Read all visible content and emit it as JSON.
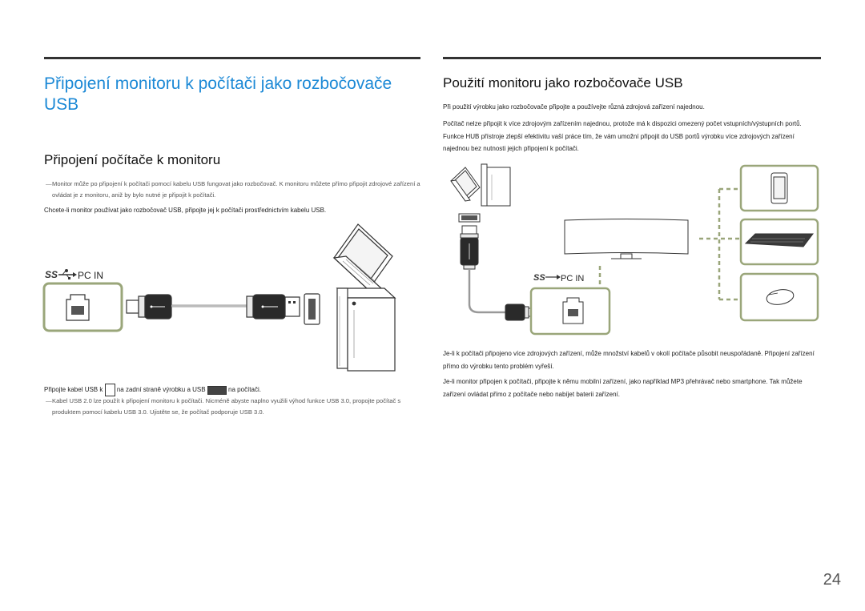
{
  "left": {
    "title": "Připojení monitoru k počítači jako rozbočovače USB",
    "section_heading": "Připojení počítače k monitoru",
    "note1": "Monitor může po připojení k počítači pomocí kabelu USB fungovat jako rozbočovač. K monitoru můžete přímo připojit zdrojové zařízení a ovládat je z monitoru, aniž by bylo nutné je připojit k počítači.",
    "para1": "Chcete-li monitor používat jako rozbočovač USB, připojte jej k počítači prostřednictvím kabelu USB.",
    "port_label": "PC IN",
    "caption_part1": "Připojte kabel USB k",
    "caption_part2": "na zadní straně výrobku a USB",
    "caption_part3": "na počítači.",
    "note2": "Kabel USB 2.0 lze použít k připojení monitoru k počítači. Nicméně abyste naplno využili výhod funkce USB 3.0, propojte počítač s produktem pomocí kabelu USB 3.0. Ujistěte se, že počítač podporuje USB 3.0."
  },
  "right": {
    "heading": "Použití monitoru jako rozbočovače USB",
    "para1": "Při použití výrobku jako rozbočovače připojte a používejte různá zdrojová zařízení najednou.",
    "para2": "Počítač nelze připojit k více zdrojovým zařízením najednou, protože má k dispozici omezený počet vstupních/výstupních portů. Funkce HUB přístroje zlepší efektivitu vaší práce tím, že vám umožní připojit do USB portů výrobku více zdrojových zařízení najednou bez nutnosti jejich připojení k počítači.",
    "port_label": "PC IN",
    "para3": "Je-li k počítači připojeno více zdrojových zařízení, může množství kabelů v okolí počítače působit neuspořádaně. Připojení zařízení přímo do výrobku tento problém vyřeší.",
    "para4": "Je-li monitor připojen k počítači, připojte k němu mobilní zařízení, jako například MP3 přehrávač nebo smartphone. Tak můžete zařízení ovládat přímo z počítače nebo nabíjet baterii zařízení."
  },
  "page_number": "24",
  "colors": {
    "title_blue": "#1c89d6",
    "frame_green": "#9aa67a",
    "rule": "#333333"
  }
}
